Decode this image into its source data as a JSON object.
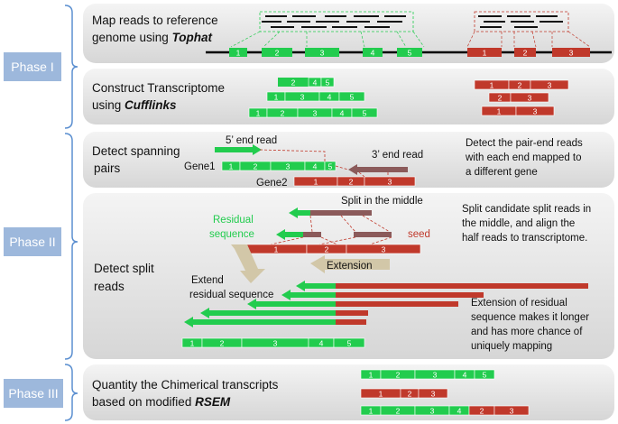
{
  "phases": {
    "p1": "Phase I",
    "p2": "Phase II",
    "p3": "Phase III"
  },
  "step1": {
    "line1": "Map reads to reference",
    "line2_prefix": "genome using ",
    "line2_tool": "Tophat"
  },
  "step2": {
    "line1": "Construct Transcriptome",
    "line2_prefix": "using ",
    "line2_tool": "Cufflinks"
  },
  "step3": {
    "line1": "Detect spanning",
    "line2": "pairs",
    "read5": "5’ end read",
    "read3": "3’ end read",
    "gene1": "Gene1",
    "gene2": "Gene2",
    "desc": [
      "Detect the pair-end reads",
      "with each end mapped to",
      "a different gene"
    ]
  },
  "step4": {
    "line1": "Detect split",
    "line2": "reads",
    "split_middle": "Split in the middle",
    "residual": [
      "Residual",
      "sequence"
    ],
    "seed": "seed",
    "extension": "Extension",
    "extend_residual": [
      "Extend",
      "residual sequence"
    ],
    "desc1": [
      "Split candidate split reads in",
      "the middle, and align the",
      "half reads to transcriptome."
    ],
    "desc2": [
      "Extension of residual",
      "sequence makes it longer",
      "and has more chance of",
      "uniquely mapping"
    ]
  },
  "step5": {
    "line1": "Quantity the Chimerical transcripts",
    "line2_prefix": "based on modified ",
    "line2_tool": "RSEM"
  },
  "segments": [
    "1",
    "2",
    "3",
    "4",
    "5"
  ],
  "colors": {
    "green": "#22cc4e",
    "red": "#c0392b",
    "phase": "#9db8dc",
    "panel": "#e3e3e3",
    "bracket": "#5b8fd0",
    "arrow_shaft": "#8b5a5a",
    "tan": "#d2c7a8"
  }
}
